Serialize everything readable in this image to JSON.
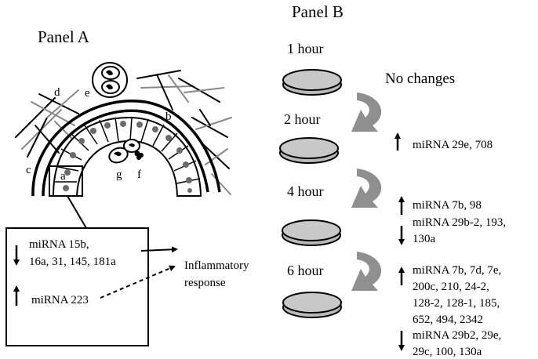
{
  "panel_a": {
    "title": "Panel A",
    "labels": {
      "a": "a",
      "b": "b",
      "c": "c",
      "d": "d",
      "e": "e",
      "f": "f",
      "g": "g"
    },
    "box_lines": [
      "miRNA 15b,",
      "16a, 31, 145, 181a"
    ],
    "box_up": "miRNA 223",
    "inflammatory_lines": [
      "Inflammatory",
      "response"
    ]
  },
  "panel_b": {
    "title": "Panel B",
    "timepoints": [
      "1 hour",
      "2 hour",
      "4 hour",
      "6 hour"
    ],
    "no_changes": "No changes",
    "h2_up": "miRNA 29e, 708",
    "h4_up": "miRNA 7b, 98",
    "h4_down_lines": [
      "miRNA 29b-2, 193,",
      "130a"
    ],
    "h6_up_lines": [
      "miRNA 7b, 7d, 7e,",
      "200c, 210, 24-2,",
      "128-2, 128-1, 185,",
      "652, 494, 2342"
    ],
    "h6_down_lines": [
      "miRNA 29b2, 29e,",
      "29c, 100, 130a"
    ]
  }
}
